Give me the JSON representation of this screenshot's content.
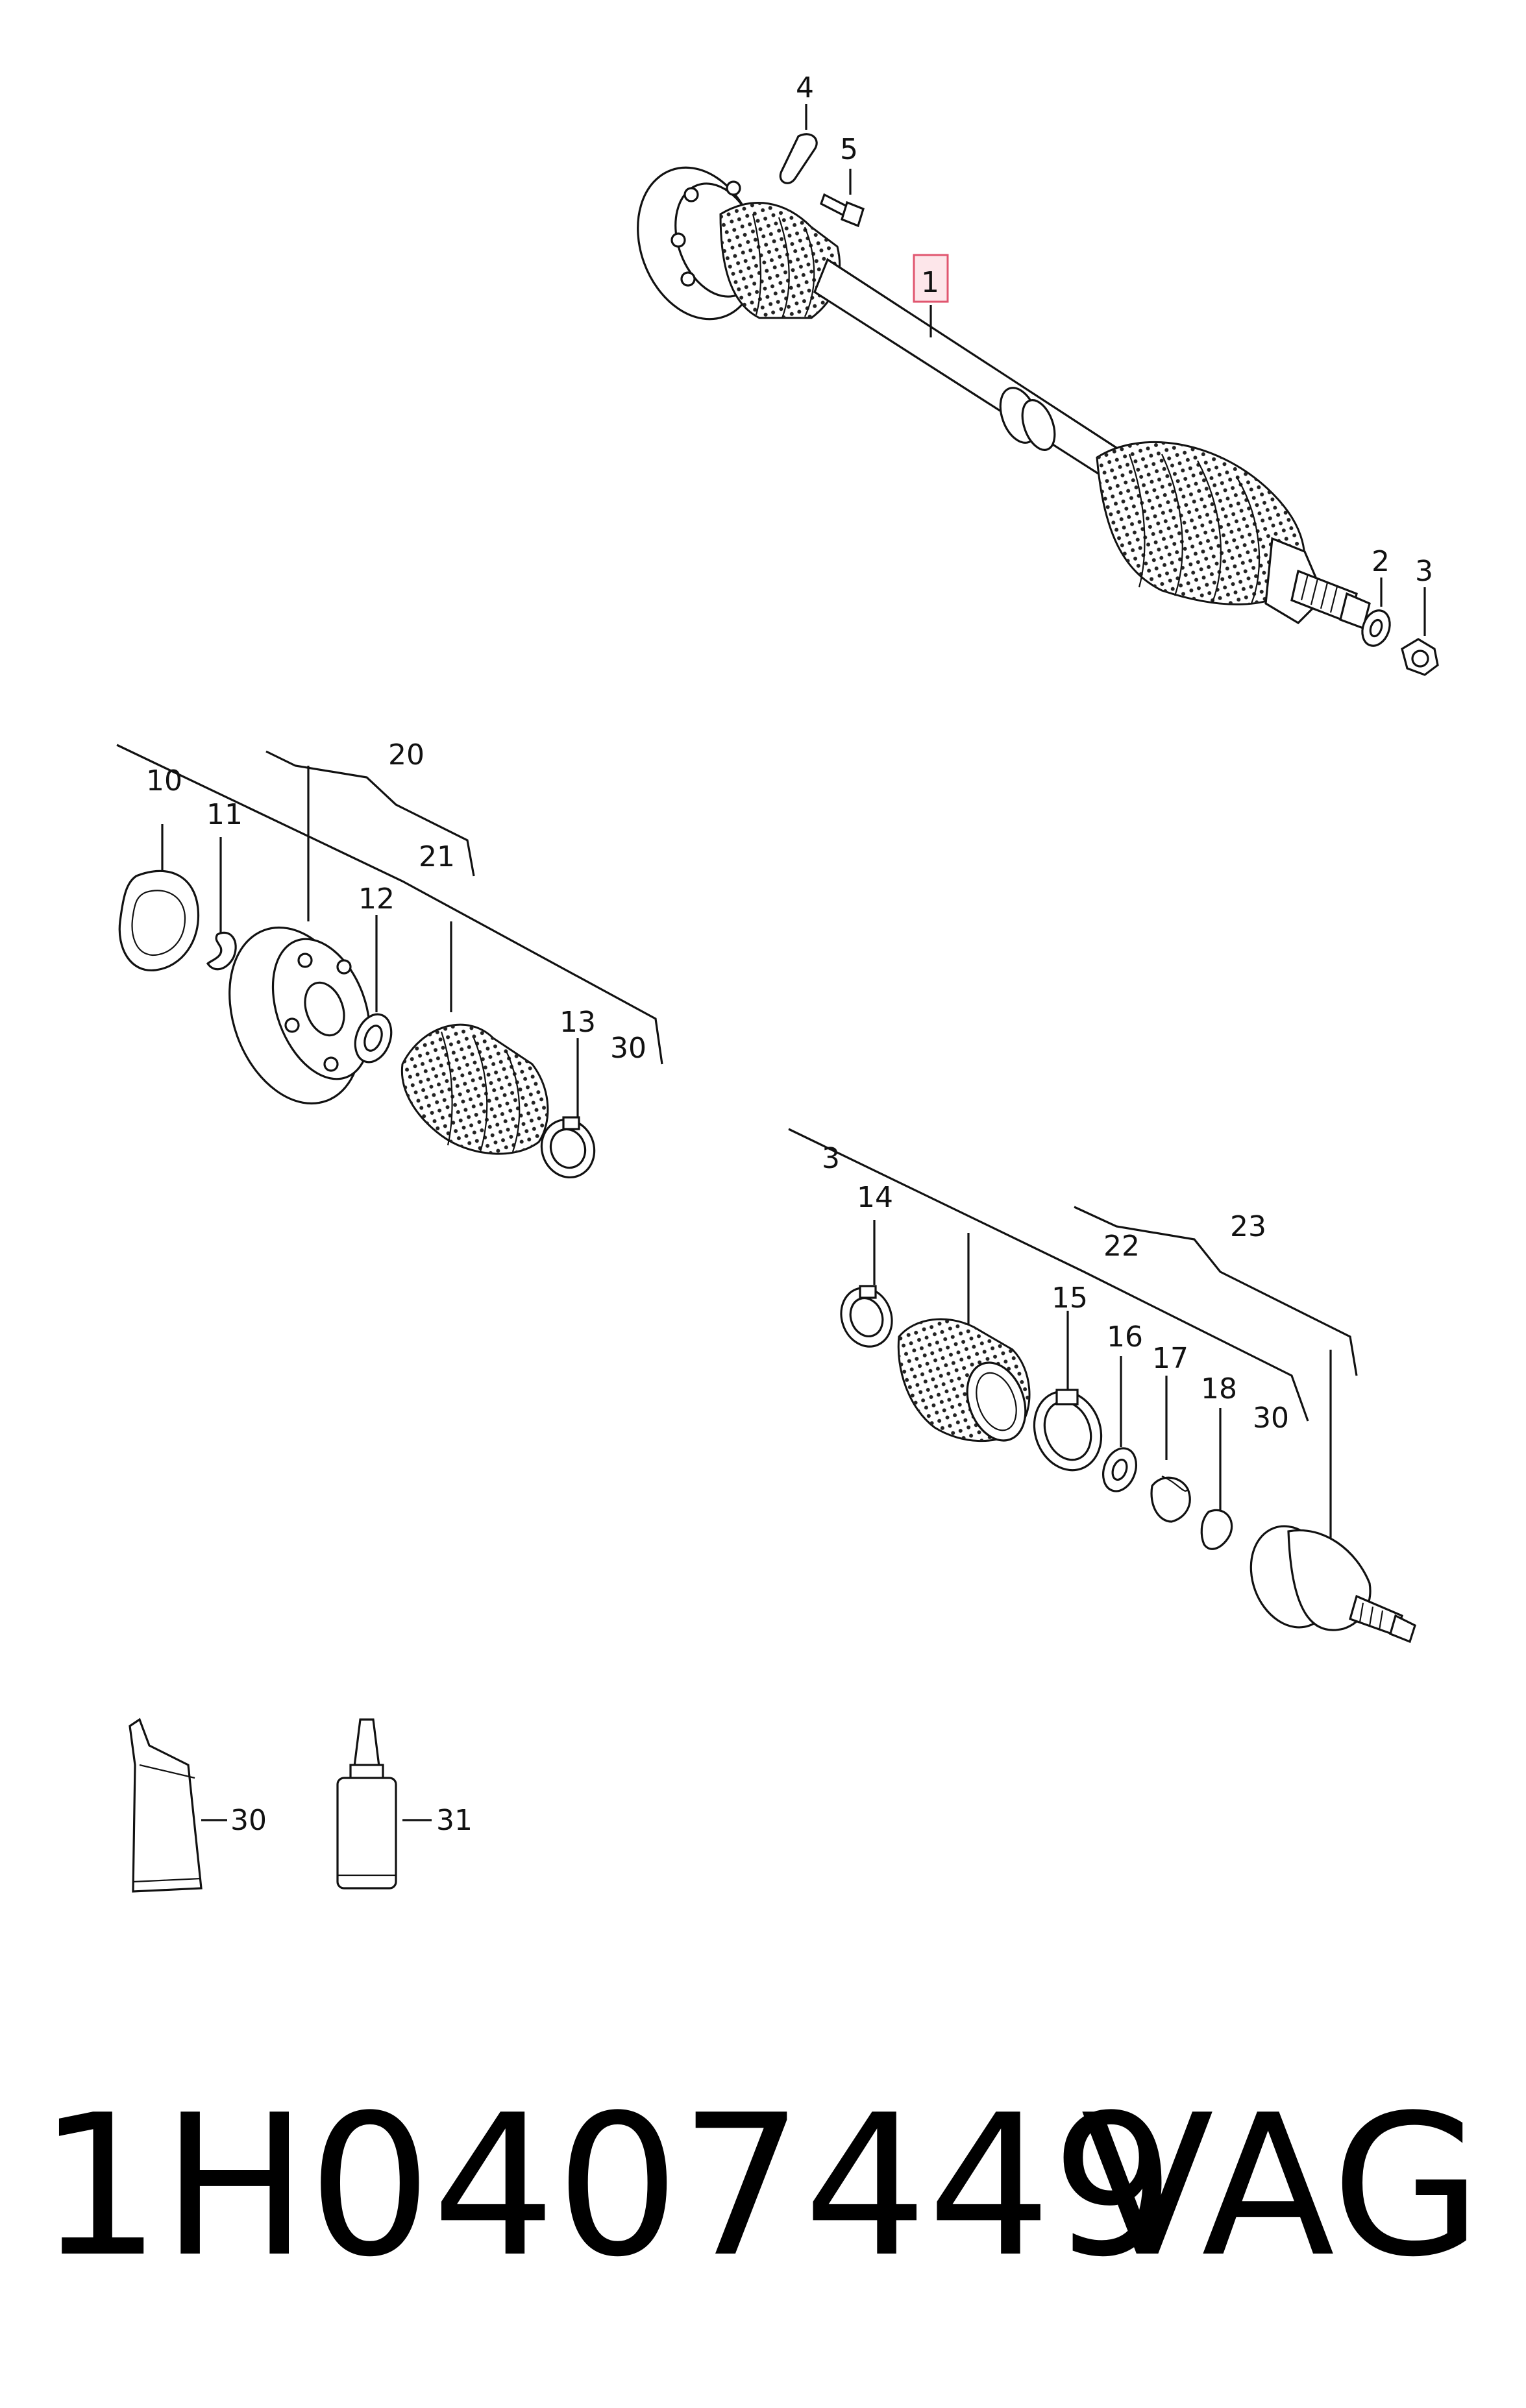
{
  "callouts": {
    "c1": "1",
    "c2": "2",
    "c3a": "3",
    "c4": "4",
    "c5": "5",
    "c10": "10",
    "c11": "11",
    "c12": "12",
    "c13": "13",
    "c20": "20",
    "c21": "21",
    "c30a": "30",
    "c3b": "3",
    "c14": "14",
    "c15": "15",
    "c16": "16",
    "c17": "17",
    "c18": "18",
    "c22": "22",
    "c23": "23",
    "c30b": "30",
    "c30c": "30",
    "c31": "31"
  },
  "footer": {
    "part_number": "1H0407449",
    "brand": "VAG"
  },
  "colors": {
    "ink": "#111111",
    "highlight_fill": "#fde6ea",
    "highlight_stroke": "#e0566f"
  }
}
